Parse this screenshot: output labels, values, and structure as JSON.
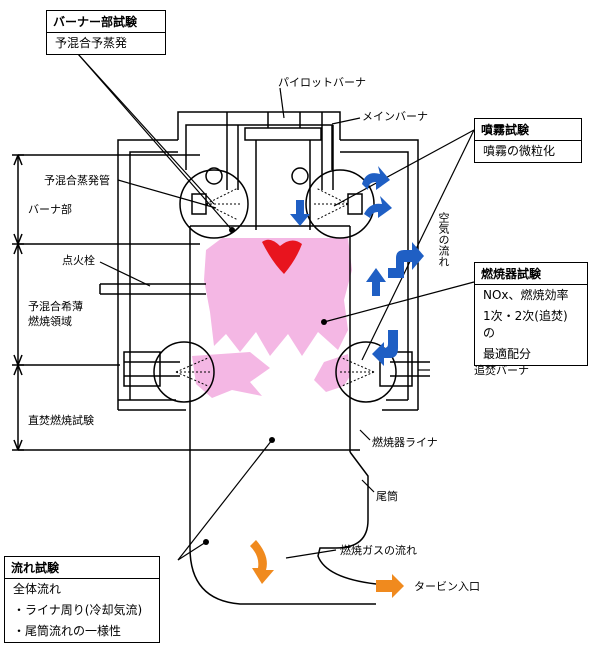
{
  "callouts": {
    "burner_test": {
      "title": "バーナー部試験",
      "lines": [
        "予混合予蒸発"
      ]
    },
    "spray_test": {
      "title": "噴霧試験",
      "lines": [
        "噴霧の微粒化"
      ]
    },
    "combustor_test": {
      "title": "燃焼器試験",
      "lines": [
        "NOx、燃焼効率",
        "1次・2次(追焚)の",
        "最適配分"
      ]
    },
    "flow_test": {
      "title": "流れ試験",
      "lines": [
        "全体流れ",
        "・ライナ周り(冷却気流)",
        "・尾筒流れの一様性"
      ]
    }
  },
  "labels": {
    "pilot_burner": "パイロットバーナ",
    "main_burner": "メインバーナ",
    "premix_tube": "予混合蒸発管",
    "burner_section": "バーナ部",
    "igniter": "点火栓",
    "lean_zone_1": "予混合希薄",
    "lean_zone_2": "燃焼領域",
    "reburn_test": "直焚燃焼試験",
    "air_flow": "空気の流れ",
    "afterburner": "追焚バーナ",
    "liner": "燃焼器ライナ",
    "transition": "尾筒",
    "gas_flow": "燃焼ガスの流れ",
    "turbine_inlet": "タービン入口"
  },
  "colors": {
    "flame_zone": "#f4b7e4",
    "pilot_flame": "#e8141e",
    "air_arrow": "#1f5fc4",
    "gas_arrow": "#f08a1e"
  }
}
